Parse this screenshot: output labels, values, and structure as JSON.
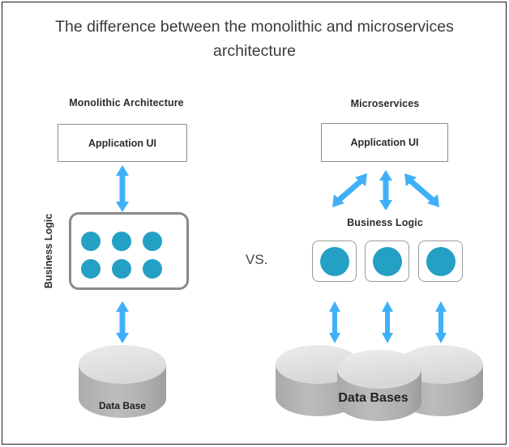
{
  "page": {
    "title": "The difference between the monolithic and microservices architecture",
    "vs_label": "VS.",
    "accent_blue": "#3fb0f7",
    "accent_teal": "#24a0c4",
    "border_gray": "#8c8c8c",
    "cylinder_top": "#e2e2e2",
    "cylinder_body": "#b4b4b4"
  },
  "monolithic": {
    "heading": "Monolithic Architecture",
    "ui_box_label": "Application UI",
    "business_logic_label": "Business Logic",
    "database_label": "Data Base",
    "component_count": 6
  },
  "microservices": {
    "heading": "Microservices",
    "ui_box_label": "Application UI",
    "business_logic_label": "Business Logic",
    "database_label": "Data Bases",
    "service_count": 3,
    "database_count": 3
  }
}
